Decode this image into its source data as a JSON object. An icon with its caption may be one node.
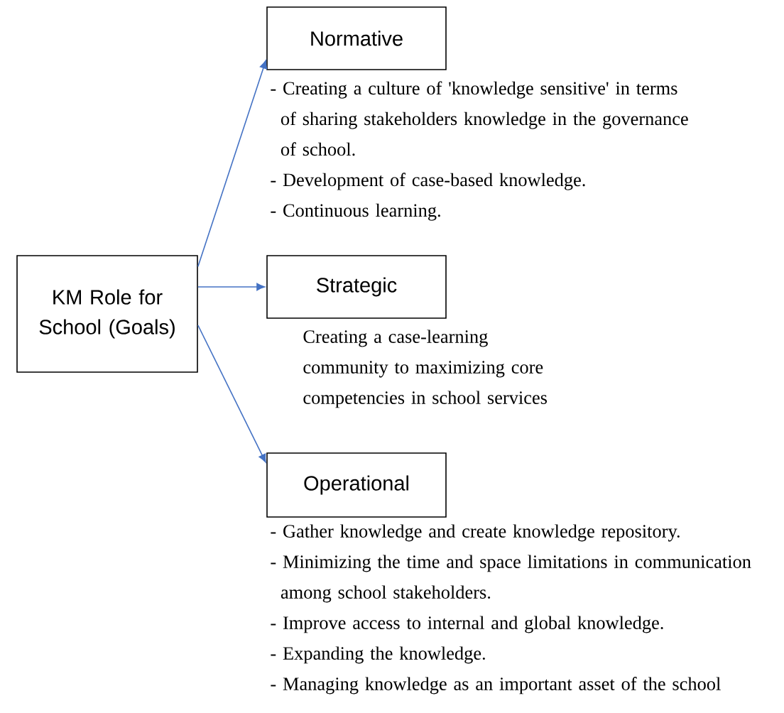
{
  "diagram": {
    "nodes": [
      {
        "text": [
          "KM Role for School (Goals)"
        ]
      },
      {
        "text": [
          "Normative"
        ],
        "beside": [
          "- Creating a culture of 'knowledge sensitive' in terms of sharing stakeholders knowledge in the governance of school.",
          "- Development of case-based knowledge.",
          "- Continuous learning."
        ]
      },
      {
        "text": [
          "Strategic"
        ],
        "beside": [
          "Creating a case-learning community to maximizing core competencies in school services"
        ]
      },
      {
        "text": [
          "Operational"
        ],
        "beside": [
          "- Gather knowledge and create knowledge repository.",
          "- Minimizing the time and space limitations in communication among school stakeholders.",
          "- Improve access to internal and global knowledge.",
          "- Expanding the knowledge.",
          "- Managing knowledge as an important asset of the school"
        ]
      }
    ],
    "edges": [
      {
        "from": 0,
        "to": 1,
        "arrow": "to"
      },
      {
        "from": 0,
        "to": 2,
        "arrow": "to"
      },
      {
        "from": 0,
        "to": 3,
        "arrow": "to"
      }
    ]
  }
}
